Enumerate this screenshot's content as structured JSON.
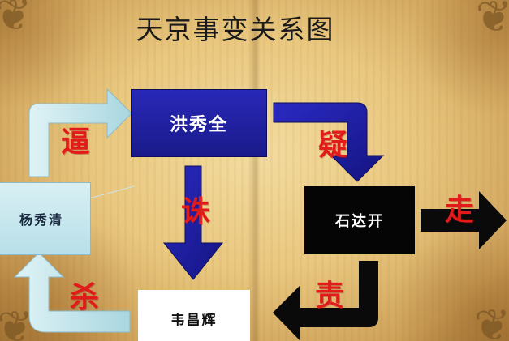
{
  "title": "天京事变关系图",
  "nodes": {
    "hong": "洪秀全",
    "shi": "石达开",
    "yang": "杨秀清",
    "wei": "韦昌辉"
  },
  "edges": {
    "yang_to_hong": "逼",
    "hong_to_shi": "疑",
    "hong_to_wei": "诛",
    "shi_out": "走",
    "shi_to_wei": "责",
    "wei_to_yang": "杀"
  },
  "colors": {
    "hong_box": "#1e1e9e",
    "shi_box": "#050505",
    "yang_box": "#c8e8ee",
    "wei_box": "#ffffff",
    "verb_text": "#e21a1a",
    "arrow_blue": "#1f1fa0",
    "arrow_black": "#0a0a0a",
    "arrow_light": "#bfe3ea"
  }
}
